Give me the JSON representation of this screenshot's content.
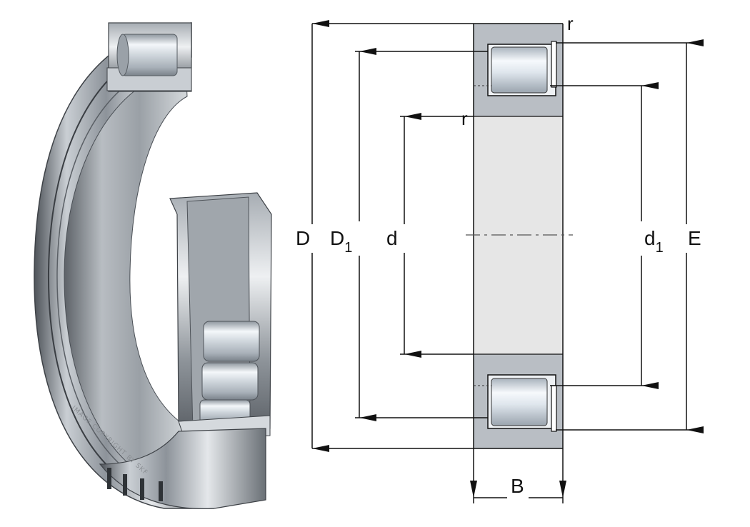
{
  "labels": {
    "outer_diameter": "D",
    "outer_ring_shoulder_diameter": {
      "base": "D",
      "subscript": "1"
    },
    "bore_diameter": "d",
    "inner_ring_shoulder_diameter": {
      "base": "d",
      "subscript": "1"
    },
    "outer_raceway_diameter": "E",
    "width": "B",
    "chamfer_top": "r",
    "chamfer_inner": "r"
  },
  "photo": {
    "engraving": "IMAGE  COPYRIGHT BY SKF"
  },
  "colors": {
    "section_fill": "#b9bec4",
    "bore_fill": "#e6e6e6",
    "roller_light": "#f2f6fa",
    "roller_dark": "#8b949d",
    "line": "#111111"
  }
}
